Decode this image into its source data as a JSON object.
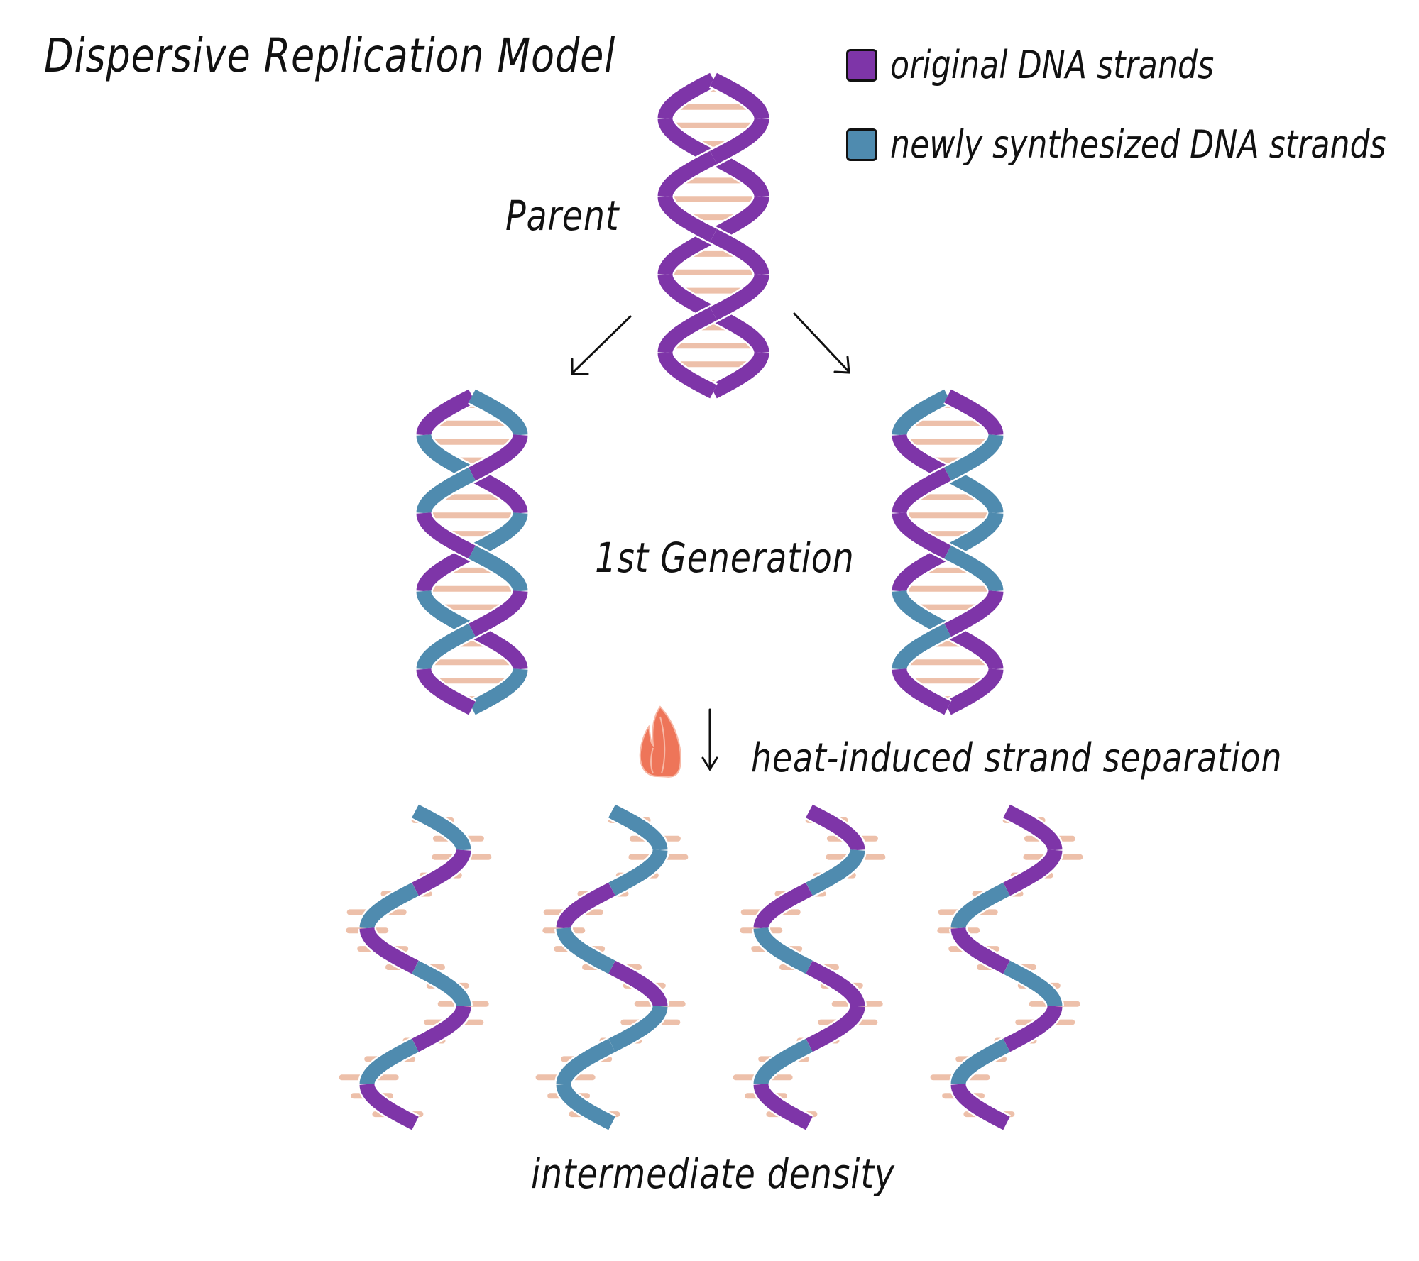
{
  "title": "Dispersive Replication Model",
  "legend": [
    {
      "label": "original DNA strands",
      "color": "#7e35a8"
    },
    {
      "label": "newly synthesized DNA strands",
      "color": "#4f8baf"
    }
  ],
  "colors": {
    "original": "#7e35a8",
    "new": "#4f8baf",
    "base_pair": "#edc0aa",
    "flame": "#ee7559",
    "ink": "#111111"
  },
  "labels": {
    "parent": "Parent",
    "first_generation": "1st Generation",
    "heat_step": "heat-induced strand separation",
    "result": "intermediate density"
  },
  "icons": {
    "heat": "flame-icon",
    "step_arrow": "arrow-down-icon",
    "split_left": "arrow-down-left-icon",
    "split_right": "arrow-down-right-icon"
  },
  "stages": {
    "parent": {
      "helices": [
        {
          "name": "parent-helix",
          "strandA": [
            "O",
            "O",
            "O",
            "O",
            "O",
            "O",
            "O",
            "O"
          ],
          "strandB": [
            "O",
            "O",
            "O",
            "O",
            "O",
            "O",
            "O",
            "O"
          ]
        }
      ]
    },
    "first_generation": {
      "helices": [
        {
          "name": "gen1-helix-left",
          "strandA": [
            "N",
            "O",
            "N",
            "O",
            "N",
            "O",
            "N",
            "O"
          ],
          "strandB": [
            "O",
            "N",
            "O",
            "N",
            "O",
            "N",
            "O",
            "N"
          ]
        },
        {
          "name": "gen1-helix-right",
          "strandA": [
            "O",
            "N",
            "O",
            "O",
            "N",
            "O",
            "N",
            "O"
          ],
          "strandB": [
            "N",
            "O",
            "N",
            "N",
            "O",
            "N",
            "O",
            "O"
          ]
        }
      ]
    },
    "separated_strands": {
      "strands": [
        {
          "name": "single-strand-1",
          "segments": [
            "N",
            "O",
            "N",
            "O",
            "N",
            "O",
            "N",
            "O"
          ]
        },
        {
          "name": "single-strand-2",
          "segments": [
            "N",
            "N",
            "O",
            "N",
            "O",
            "N",
            "N",
            "N"
          ]
        },
        {
          "name": "single-strand-3",
          "segments": [
            "O",
            "N",
            "O",
            "N",
            "O",
            "O",
            "N",
            "O"
          ]
        },
        {
          "name": "single-strand-4",
          "segments": [
            "O",
            "O",
            "N",
            "O",
            "N",
            "O",
            "N",
            "O"
          ]
        }
      ]
    }
  }
}
